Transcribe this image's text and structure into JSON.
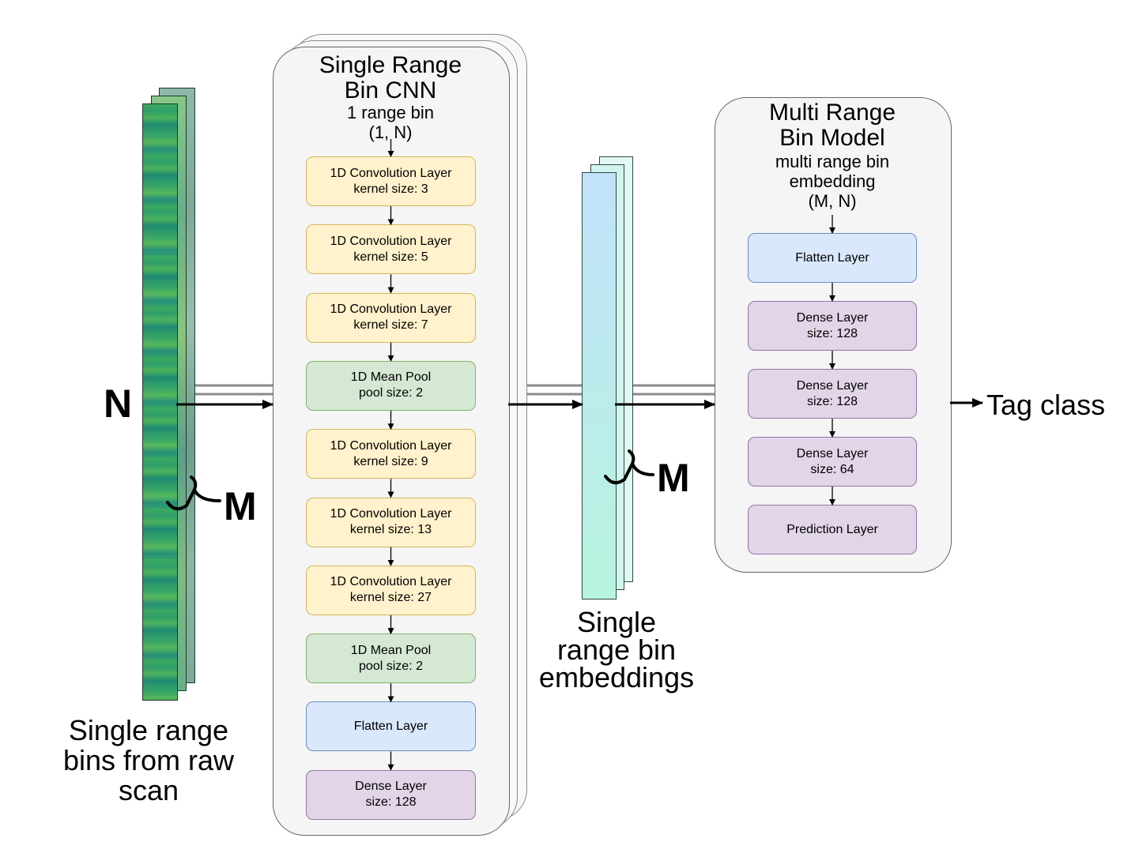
{
  "input": {
    "caption": [
      "Single range",
      "bins from raw",
      "scan"
    ],
    "n_label": "N",
    "m_label": "M"
  },
  "cnn": {
    "title": [
      "Single Range",
      "Bin CNN"
    ],
    "subtitle": [
      "1 range bin",
      "(1, N)"
    ],
    "layers": [
      {
        "kind": "conv",
        "line1": "1D Convolution Layer",
        "line2": "kernel size: 3"
      },
      {
        "kind": "conv",
        "line1": "1D Convolution Layer",
        "line2": "kernel size: 5"
      },
      {
        "kind": "conv",
        "line1": "1D Convolution Layer",
        "line2": "kernel size: 7"
      },
      {
        "kind": "pool",
        "line1": "1D Mean Pool",
        "line2": "pool size: 2"
      },
      {
        "kind": "conv",
        "line1": "1D Convolution Layer",
        "line2": "kernel size: 9"
      },
      {
        "kind": "conv",
        "line1": "1D Convolution Layer",
        "line2": "kernel size: 13"
      },
      {
        "kind": "conv",
        "line1": "1D Convolution Layer",
        "line2": "kernel size: 27"
      },
      {
        "kind": "pool",
        "line1": "1D Mean Pool",
        "line2": "pool size: 2"
      },
      {
        "kind": "flat",
        "line1": "Flatten Layer",
        "line2": ""
      },
      {
        "kind": "dense",
        "line1": "Dense Layer",
        "line2": "size: 128"
      }
    ]
  },
  "embeddings": {
    "caption": [
      "Single",
      "range bin",
      "embeddings"
    ],
    "m_label": "M"
  },
  "multi": {
    "title": [
      "Multi Range",
      "Bin Model"
    ],
    "subtitle": [
      "multi range bin",
      "embedding",
      "(M, N)"
    ],
    "layers": [
      {
        "kind": "flat",
        "line1": "Flatten Layer",
        "line2": ""
      },
      {
        "kind": "dense",
        "line1": "Dense Layer",
        "line2": "size: 128"
      },
      {
        "kind": "dense",
        "line1": "Dense Layer",
        "line2": "size: 128"
      },
      {
        "kind": "dense",
        "line1": "Dense Layer",
        "line2": "size: 64"
      },
      {
        "kind": "dense",
        "line1": "Prediction Layer",
        "line2": ""
      }
    ]
  },
  "output": {
    "label": "Tag class"
  }
}
